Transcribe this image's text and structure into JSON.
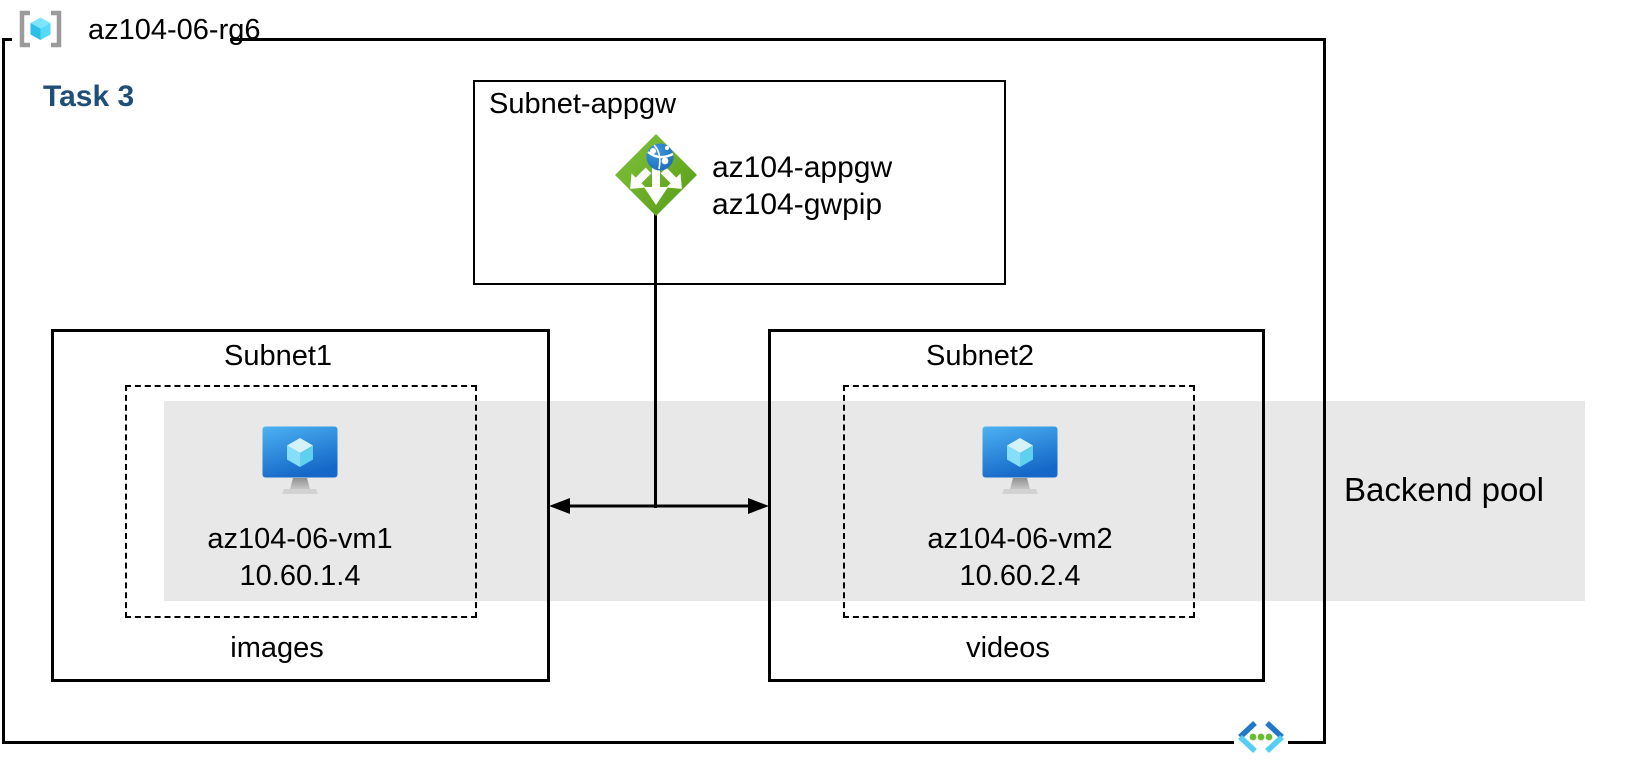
{
  "resource_group": {
    "name": "az104-06-rg6",
    "icon": "resource-group-icon"
  },
  "task_label": "Task 3",
  "appgw_subnet": {
    "title": "Subnet-appgw",
    "gateway_name": "az104-appgw",
    "public_ip_name": "az104-gwpip",
    "icon": "application-gateway-icon"
  },
  "subnet1": {
    "title": "Subnet1",
    "vm_name": "az104-06-vm1",
    "vm_ip": "10.60.1.4",
    "app_label": "images",
    "icon": "virtual-machine-icon"
  },
  "subnet2": {
    "title": "Subnet2",
    "vm_name": "az104-06-vm2",
    "vm_ip": "10.60.2.4",
    "app_label": "videos",
    "icon": "virtual-machine-icon"
  },
  "backend_pool": {
    "label": "Backend pool"
  },
  "vnet_icon": "virtual-network-icon",
  "colors": {
    "task_label": "#1F4E79",
    "backend_pool_band": "#E8E8E8",
    "appgw_green": "#6FB127",
    "vm_screen_blue": "#2E8DE0",
    "cube_cyan": "#50E6FF",
    "vnet_dot_green": "#68BD2E",
    "bracket_gray": "#9B9B9B",
    "line_black": "#000000"
  }
}
